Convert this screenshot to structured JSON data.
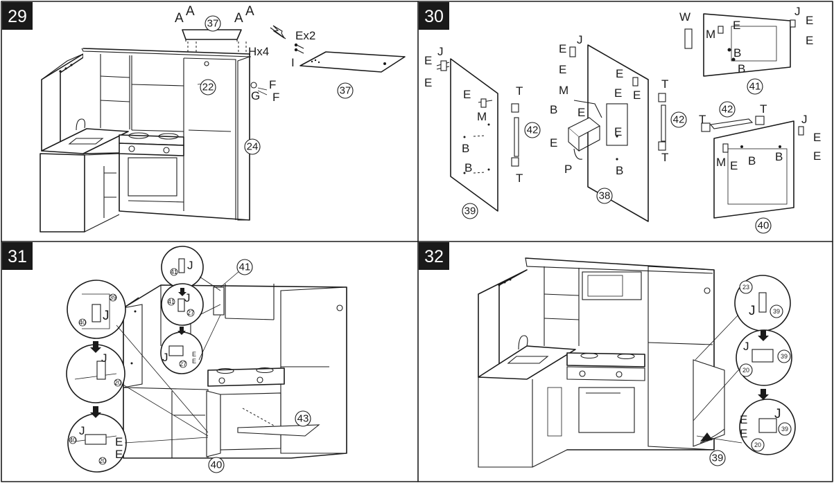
{
  "steps": [
    {
      "number": "29",
      "parts": [
        "37",
        "22",
        "24",
        "37"
      ],
      "letters": [
        "A",
        "A",
        "A",
        "A",
        "H",
        "F",
        "G",
        "F",
        "I"
      ],
      "counts": [
        "Ex2",
        "Hx4"
      ]
    },
    {
      "number": "30",
      "parts": [
        "39",
        "42",
        "38",
        "42",
        "41",
        "42",
        "40"
      ],
      "letters": [
        "E",
        "J",
        "E",
        "E",
        "M",
        "B",
        "B",
        "T",
        "T",
        "E",
        "J",
        "E",
        "E",
        "E",
        "E",
        "M",
        "E",
        "B",
        "E",
        "E",
        "B",
        "P",
        "T",
        "T",
        "W",
        "J",
        "E",
        "E",
        "M",
        "E",
        "B",
        "B",
        "T",
        "T",
        "J",
        "E",
        "E",
        "M",
        "E",
        "B",
        "B"
      ]
    },
    {
      "number": "31",
      "parts": [
        "41",
        "43",
        "40",
        "41",
        "41",
        "27",
        "27",
        "39",
        "40",
        "20",
        "40",
        "20"
      ],
      "letters": [
        "J",
        "J",
        "J",
        "J",
        "J",
        "J",
        "E",
        "E",
        "E",
        "E"
      ]
    },
    {
      "number": "32",
      "parts": [
        "23",
        "39",
        "20",
        "39",
        "39",
        "20",
        "39"
      ],
      "letters": [
        "J",
        "J",
        "J",
        "E",
        "E"
      ]
    }
  ]
}
